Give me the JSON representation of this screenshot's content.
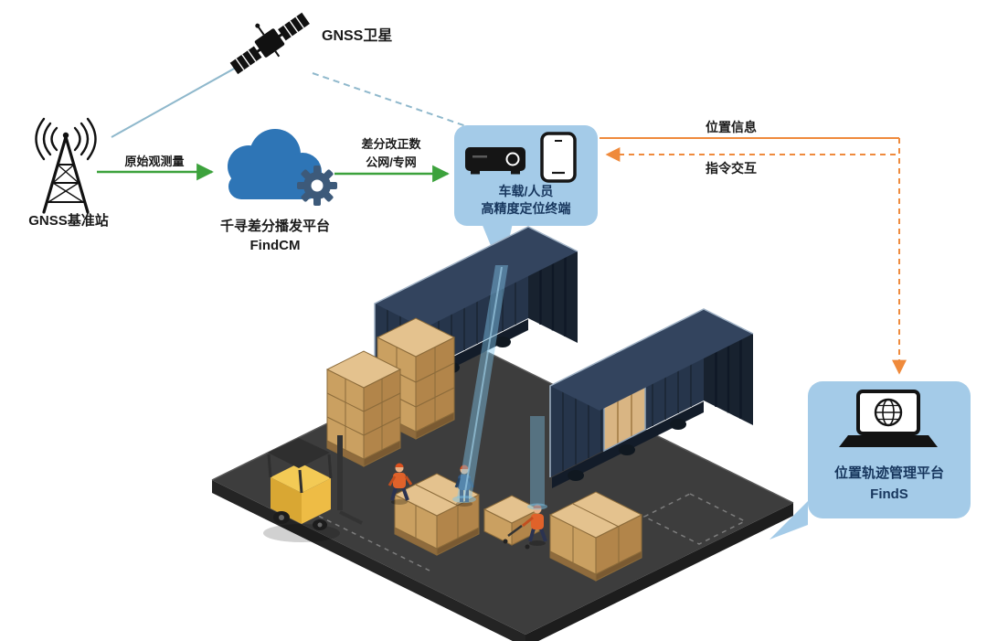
{
  "diagram": {
    "satellite": {
      "label": "GNSS卫星"
    },
    "base_station": {
      "label": "GNSS基准站"
    },
    "link_raw_obs": {
      "label": "原始观测量"
    },
    "cloud_platform": {
      "name": "千寻差分播发平台",
      "product": "FindCM"
    },
    "link_corrections": {
      "label_line1": "差分改正数",
      "label_line2": "公网/专网"
    },
    "terminal": {
      "label_line1": "车载/人员",
      "label_line2": "高精度定位终端"
    },
    "link_position": {
      "label": "位置信息"
    },
    "link_command": {
      "label": "指令交互"
    },
    "management_platform": {
      "name": "位置轨迹管理平台",
      "product": "FindS"
    }
  },
  "icons": {
    "satellite": "gnss-satellite-icon",
    "base_station": "radio-tower-icon",
    "cloud": "cloud-icon",
    "gear": "gear-icon",
    "receiver": "vehicle-terminal-icon",
    "phone": "smartphone-icon",
    "laptop": "laptop-globe-icon"
  },
  "colors": {
    "arrow_green": "#3ca23c",
    "arrow_orange": "#ef8a3c",
    "bubble_blue": "#a4cbe8",
    "dark_blue_text": "#17365d",
    "cloud_blue": "#2e75b6",
    "gear_blue": "#3d5a7a",
    "link_blue": "#8fb8cc"
  }
}
